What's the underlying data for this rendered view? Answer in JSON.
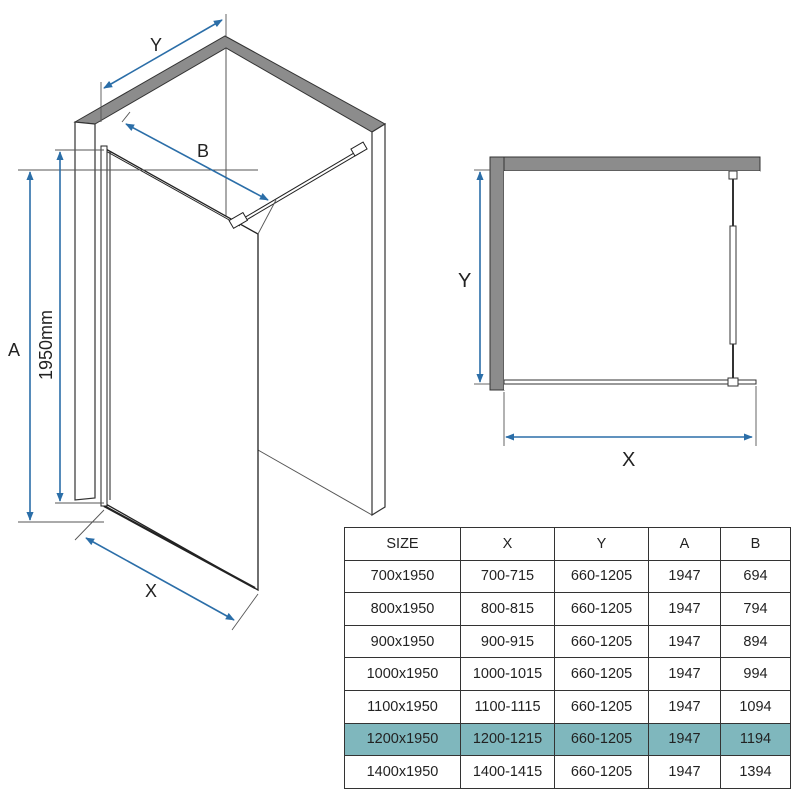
{
  "labels": {
    "y_top": "Y",
    "b": "B",
    "a": "A",
    "height": "1950mm",
    "x_bottom": "X",
    "plan_y": "Y",
    "plan_x": "X"
  },
  "colors": {
    "arrow": "#2b6ea8",
    "wall_gray": "#8c8c8c",
    "highlight": "#7fb7bd"
  },
  "table": {
    "headers": [
      "SIZE",
      "X",
      "Y",
      "A",
      "B"
    ],
    "rows": [
      {
        "cells": [
          "700x1950",
          "700-715",
          "660-1205",
          "1947",
          "694"
        ],
        "highlight": false
      },
      {
        "cells": [
          "800x1950",
          "800-815",
          "660-1205",
          "1947",
          "794"
        ],
        "highlight": false
      },
      {
        "cells": [
          "900x1950",
          "900-915",
          "660-1205",
          "1947",
          "894"
        ],
        "highlight": false
      },
      {
        "cells": [
          "1000x1950",
          "1000-1015",
          "660-1205",
          "1947",
          "994"
        ],
        "highlight": false
      },
      {
        "cells": [
          "1100x1950",
          "1100-1115",
          "660-1205",
          "1947",
          "1094"
        ],
        "highlight": false
      },
      {
        "cells": [
          "1200x1950",
          "1200-1215",
          "660-1205",
          "1947",
          "1194"
        ],
        "highlight": true
      },
      {
        "cells": [
          "1400x1950",
          "1400-1415",
          "660-1205",
          "1947",
          "1394"
        ],
        "highlight": false
      }
    ]
  }
}
